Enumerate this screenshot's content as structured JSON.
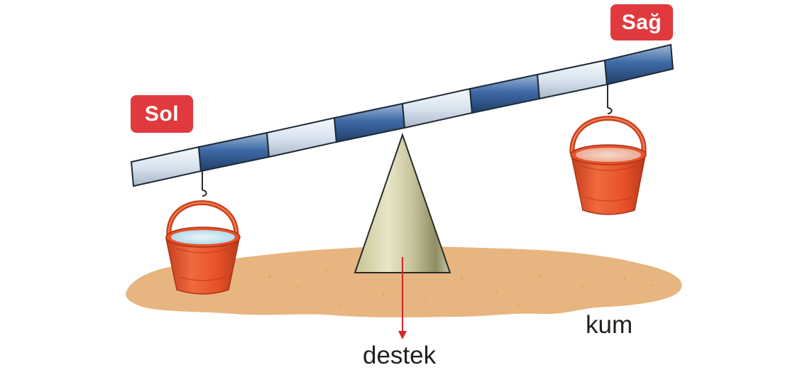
{
  "labels": {
    "left": "Sol",
    "right": "Sağ",
    "support": "destek",
    "sand": "kum"
  },
  "colors": {
    "label_bg": "#e03a3e",
    "arrow": "#d6262b",
    "bucket": "#e8522a",
    "sand": "#e7b57f",
    "water": "#cfe9f2",
    "beam_light": "#e6eef7",
    "beam_dark": "#3f6aa6",
    "support": "#d3d0a6"
  },
  "icons": {
    "left_bucket": "bucket-with-water-icon",
    "right_bucket": "empty-bucket-icon",
    "support": "cone-fulcrum-icon"
  }
}
